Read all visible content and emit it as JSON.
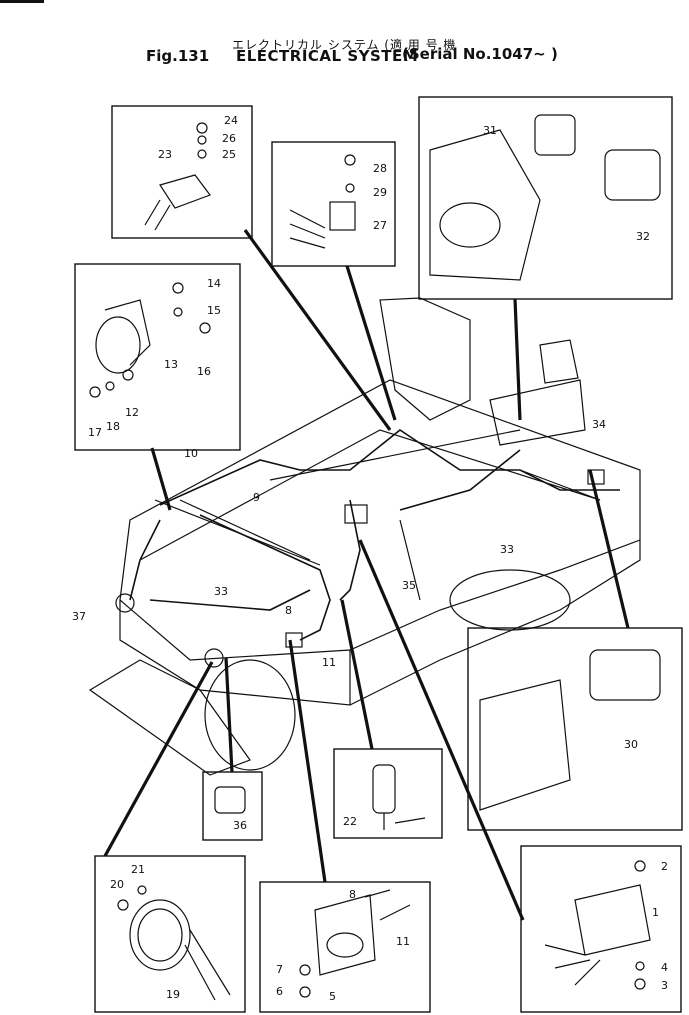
{
  "header": {
    "japanese_title": "エレクトリカル システム (適 用 号 機",
    "figure_number": "Fig.131",
    "title": "ELECTRICAL SYSTEM",
    "serial": "(Serial No.1047~      )"
  },
  "parts": [
    {
      "id": "p24",
      "label": "24"
    },
    {
      "id": "p26",
      "label": "26"
    },
    {
      "id": "p25",
      "label": "25"
    },
    {
      "id": "p23",
      "label": "23"
    },
    {
      "id": "p28",
      "label": "28"
    },
    {
      "id": "p29",
      "label": "29"
    },
    {
      "id": "p27",
      "label": "27"
    },
    {
      "id": "p31",
      "label": "31"
    },
    {
      "id": "p32",
      "label": "32"
    },
    {
      "id": "p14",
      "label": "14"
    },
    {
      "id": "p15",
      "label": "15"
    },
    {
      "id": "p16",
      "label": "16"
    },
    {
      "id": "p13",
      "label": "13"
    },
    {
      "id": "p12",
      "label": "12"
    },
    {
      "id": "p17",
      "label": "17"
    },
    {
      "id": "p18",
      "label": "18"
    },
    {
      "id": "p10",
      "label": "10"
    },
    {
      "id": "p9",
      "label": "9"
    },
    {
      "id": "p34",
      "label": "34"
    },
    {
      "id": "p33a",
      "label": "33"
    },
    {
      "id": "p33b",
      "label": "33"
    },
    {
      "id": "p35",
      "label": "35"
    },
    {
      "id": "p37",
      "label": "37"
    },
    {
      "id": "p8a",
      "label": "8"
    },
    {
      "id": "p11a",
      "label": "11"
    },
    {
      "id": "p30",
      "label": "30"
    },
    {
      "id": "p22",
      "label": "22"
    },
    {
      "id": "p36",
      "label": "36"
    },
    {
      "id": "p21",
      "label": "21"
    },
    {
      "id": "p20",
      "label": "20"
    },
    {
      "id": "p19",
      "label": "19"
    },
    {
      "id": "p8b",
      "label": "8"
    },
    {
      "id": "p11b",
      "label": "11"
    },
    {
      "id": "p7",
      "label": "7"
    },
    {
      "id": "p6",
      "label": "6"
    },
    {
      "id": "p5",
      "label": "5"
    },
    {
      "id": "p2",
      "label": "2"
    },
    {
      "id": "p1",
      "label": "1"
    },
    {
      "id": "p4",
      "label": "4"
    },
    {
      "id": "p3",
      "label": "3"
    }
  ]
}
